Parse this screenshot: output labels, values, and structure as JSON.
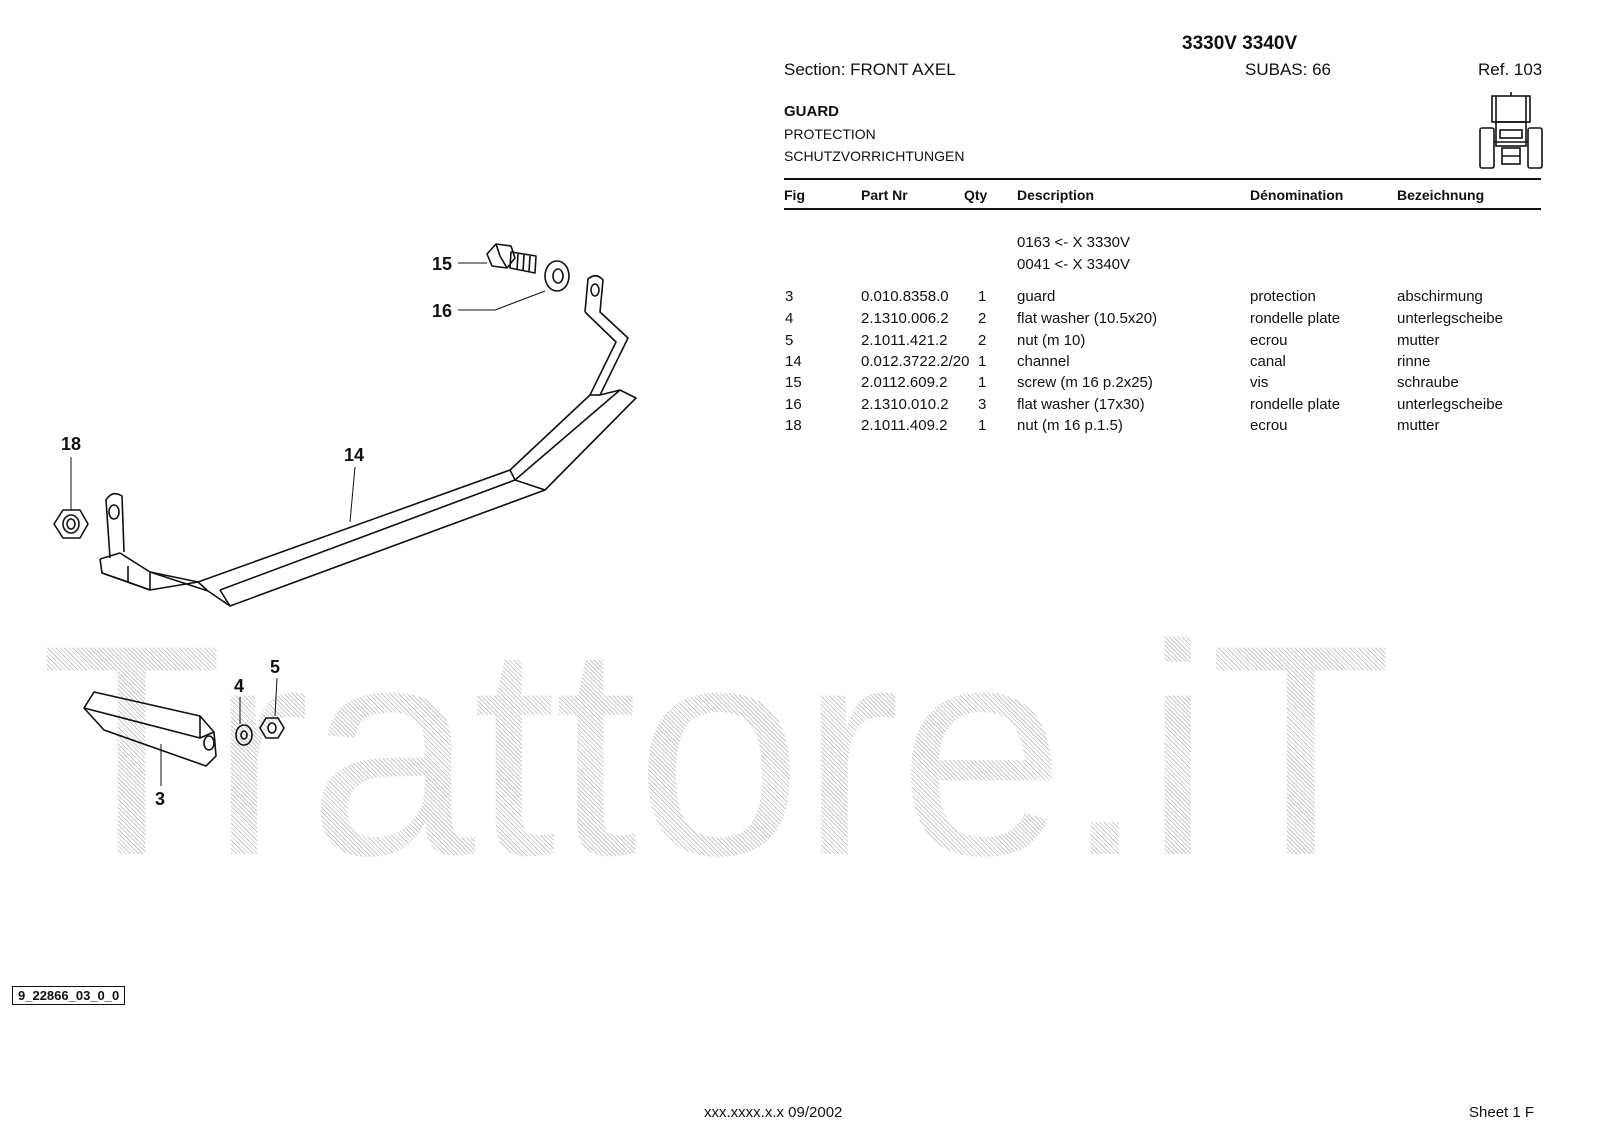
{
  "header": {
    "models": "3330V 3340V",
    "section": "Section: FRONT AXEL",
    "subas": "SUBAS: 66",
    "ref": "Ref. 103"
  },
  "group": {
    "title": "GUARD",
    "title_fr": "PROTECTION",
    "title_de": "SCHUTZVORRICHTUNGEN"
  },
  "table": {
    "columns": [
      "Fig",
      "Part Nr",
      "Qty",
      "Description",
      "Dénomination",
      "Bezeichnung"
    ],
    "notes": [
      "0163 <- X 3330V",
      "0041 <- X 3340V"
    ],
    "rows": [
      {
        "fig": "3",
        "part": "0.010.8358.0",
        "qty": "1",
        "desc": "guard",
        "fr": "protection",
        "de": "abschirmung"
      },
      {
        "fig": "4",
        "part": "2.1310.006.2",
        "qty": "2",
        "desc": "flat washer (10.5x20)",
        "fr": "rondelle plate",
        "de": "unterlegscheibe"
      },
      {
        "fig": "5",
        "part": "2.1011.421.2",
        "qty": "2",
        "desc": "nut (m 10)",
        "fr": "ecrou",
        "de": "mutter"
      },
      {
        "fig": "14",
        "part": "0.012.3722.2/20",
        "qty": "1",
        "desc": "channel",
        "fr": "canal",
        "de": "rinne"
      },
      {
        "fig": "15",
        "part": "2.0112.609.2",
        "qty": "1",
        "desc": "screw (m 16 p.2x25)",
        "fr": "vis",
        "de": "schraube"
      },
      {
        "fig": "16",
        "part": "2.1310.010.2",
        "qty": "3",
        "desc": "flat washer (17x30)",
        "fr": "rondelle plate",
        "de": "unterlegscheibe"
      },
      {
        "fig": "18",
        "part": "2.1011.409.2",
        "qty": "1",
        "desc": "nut (m 16 p.1.5)",
        "fr": "ecrou",
        "de": "mutter"
      }
    ]
  },
  "drawing": {
    "callouts": [
      "15",
      "16",
      "18",
      "14",
      "4",
      "5",
      "3"
    ]
  },
  "watermark": "Trattore.iT",
  "drawing_code": "9_22866_03_0_0",
  "footer": {
    "version": "xxx.xxxx.x.x  09/2002",
    "sheet": "Sheet 1 F"
  }
}
